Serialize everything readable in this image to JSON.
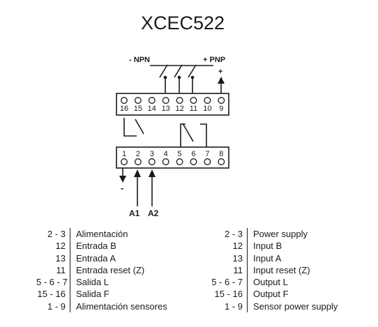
{
  "title": "XCEC522",
  "top_block": {
    "label_npn": "- NPN",
    "label_pnp": "+ PNP",
    "plus_sign": "+",
    "terminals": [
      "16",
      "15",
      "14",
      "13",
      "12",
      "11",
      "10",
      "9"
    ]
  },
  "bottom_block": {
    "terminals": [
      "1",
      "2",
      "3",
      "4",
      "5",
      "6",
      "7",
      "8"
    ],
    "minus_sign": "-",
    "label_a1": "A1",
    "label_a2": "A2"
  },
  "legend_es": [
    {
      "code": "2 - 3",
      "desc": "Alimentación"
    },
    {
      "code": "12",
      "desc": "Entrada B"
    },
    {
      "code": "13",
      "desc": "Entrada A"
    },
    {
      "code": "11",
      "desc": "Entrada reset (Z)"
    },
    {
      "code": "5 - 6 - 7",
      "desc": "Salida L"
    },
    {
      "code": "15 - 16",
      "desc": "Salida F"
    },
    {
      "code": "1 - 9",
      "desc": "Alimentación sensores"
    }
  ],
  "legend_en": [
    {
      "code": "2 - 3",
      "desc": "Power supply"
    },
    {
      "code": "12",
      "desc": "Input B"
    },
    {
      "code": "13",
      "desc": "Input A"
    },
    {
      "code": "11",
      "desc": "Input reset (Z)"
    },
    {
      "code": "5 - 6 - 7",
      "desc": "Output L"
    },
    {
      "code": "15 - 16",
      "desc": "Output F"
    },
    {
      "code": "1 - 9",
      "desc": "Sensor power supply"
    }
  ]
}
